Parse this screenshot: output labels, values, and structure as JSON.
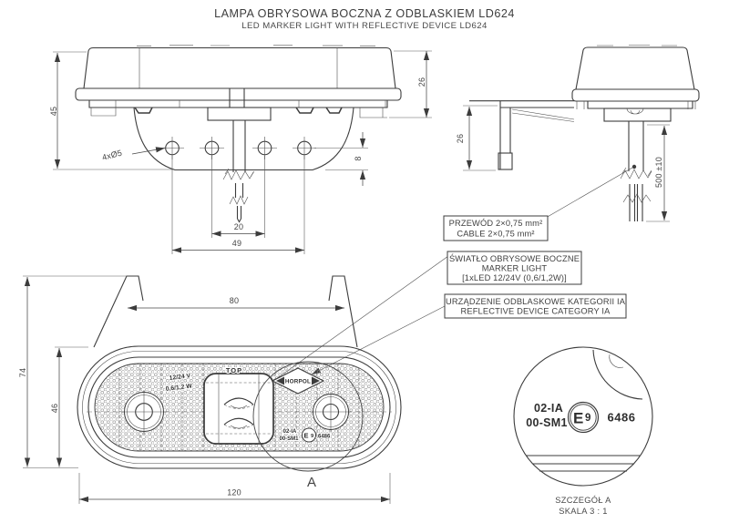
{
  "title": {
    "line1": "LAMPA OBRYSOWA BOCZNA Z ODBLASKIEM LD624",
    "line2": "LED MARKER LIGHT WITH REFLECTIVE DEVICE LD624"
  },
  "side_view": {
    "dim_45": "45",
    "dim_26": "26",
    "dim_8": "8",
    "dim_20": "20",
    "dim_49": "49",
    "holes_label": "4xØ5"
  },
  "end_view": {
    "dim_26": "26",
    "dim_cable_length": "500 ±10"
  },
  "front_view": {
    "dim_74": "74",
    "dim_46": "46",
    "dim_80": "80",
    "dim_120": "120",
    "detail_marker": "A",
    "markings": {
      "top": "TOP",
      "voltage": "12/24 V",
      "power": "0,6/1,2 W",
      "brand": "HORPOL",
      "approval_line1": "02-IA",
      "approval_line2": "00-SM1",
      "e_letter": "E",
      "e_number": "9",
      "approval_number": "6486"
    }
  },
  "callouts": {
    "cable": {
      "line1": "PRZEWÓD 2×0,75 mm²",
      "line2": "CABLE 2×0,75 mm²"
    },
    "marker_light": {
      "line1": "ŚWIATŁO OBRYSOWE BOCZNE",
      "line2": "MARKER LIGHT",
      "line3": "[1xLED 12/24V (0,6/1,2W)]"
    },
    "reflective": {
      "line1": "URZĄDZENIE ODBLASKOWE KATEGORII IA",
      "line2": "REFLECTIVE DEVICE CATEGORY IA"
    }
  },
  "detail_view": {
    "approval_line1": "02-IA",
    "approval_line2": "00-SM1",
    "e_letter": "E",
    "e_number": "9",
    "approval_number": "6486",
    "caption_line1": "SZCZEGÓŁ A",
    "caption_line2": "SKALA 3 : 1"
  },
  "colors": {
    "line": "#3c3c3c",
    "dim_text": "#454545",
    "background": "#ffffff"
  }
}
